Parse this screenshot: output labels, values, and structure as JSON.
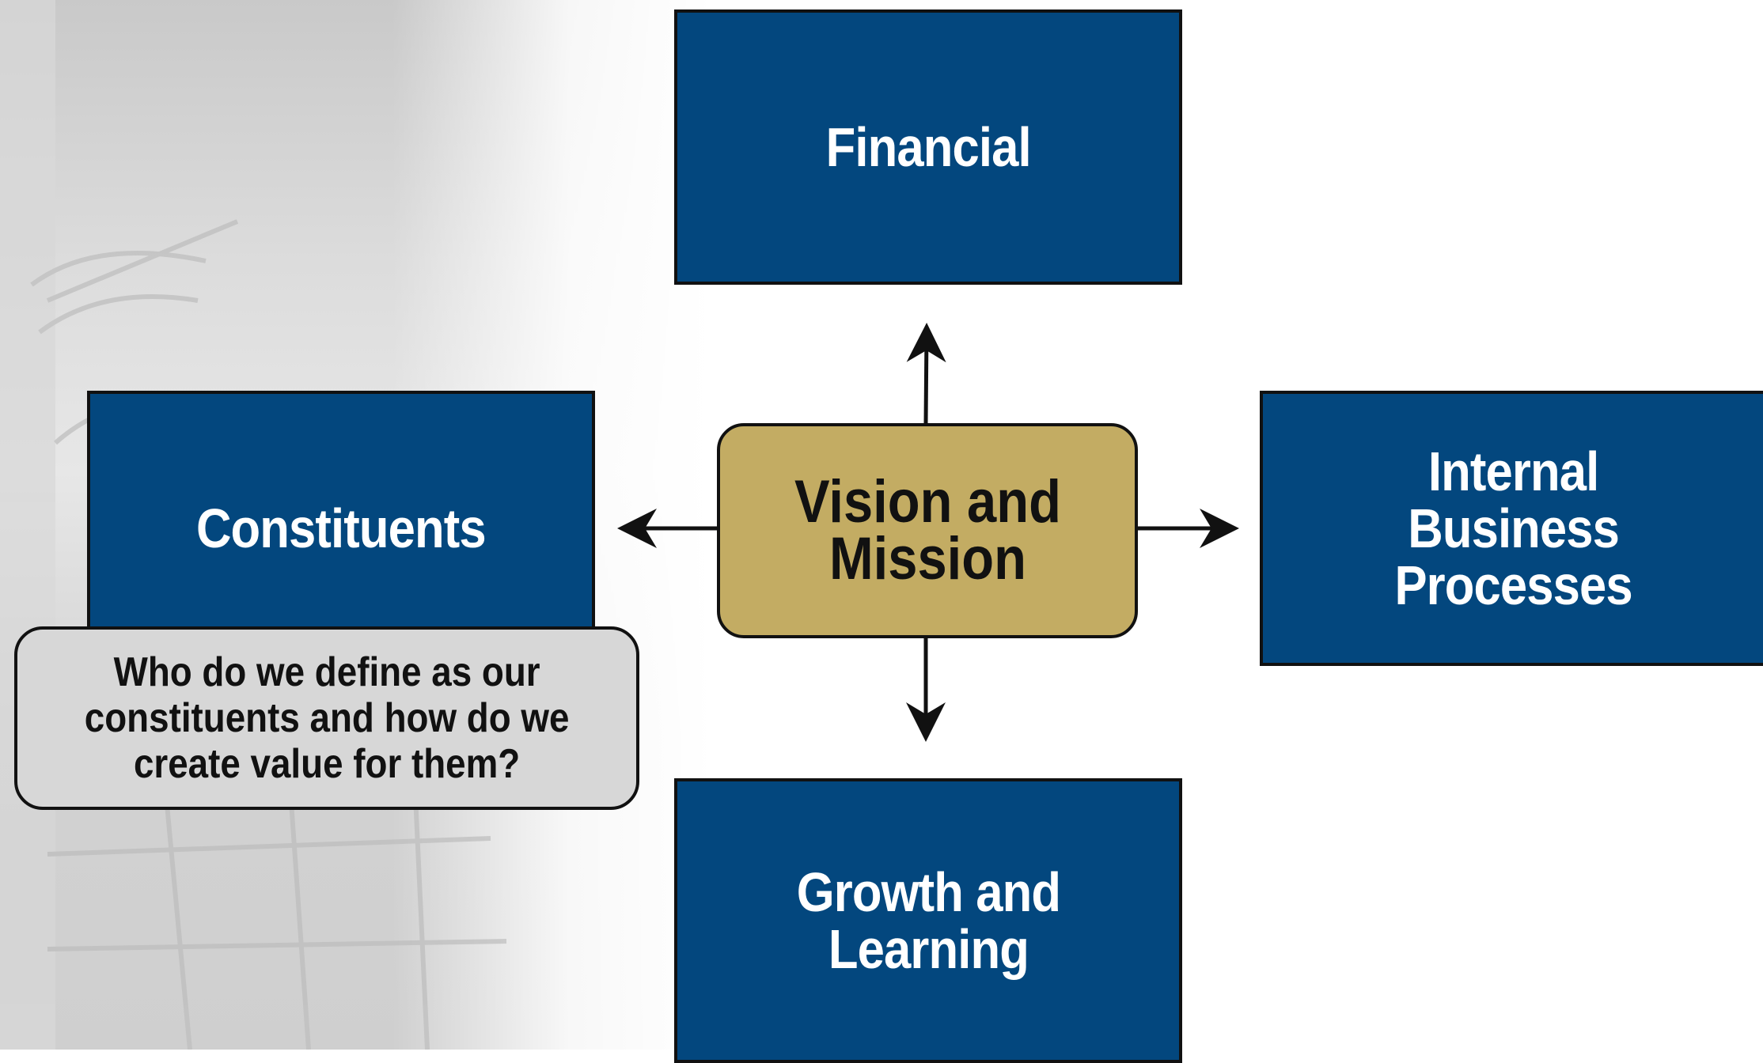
{
  "diagram": {
    "center": {
      "label": "Vision and\nMission"
    },
    "perspectives": {
      "top": {
        "label": "Financial"
      },
      "left": {
        "label": "Constituents"
      },
      "right": {
        "label": "Internal\nBusiness\nProcesses"
      },
      "bottom": {
        "label": "Growth and\nLearning"
      }
    },
    "callout": {
      "text": "Who do we define as our\nconstituents and how do we\ncreate value for them?"
    }
  },
  "colors": {
    "box_fill": "#03477e",
    "center_fill": "#c3ac63",
    "callout_fill": "#d7d7d7",
    "border": "#111111"
  }
}
